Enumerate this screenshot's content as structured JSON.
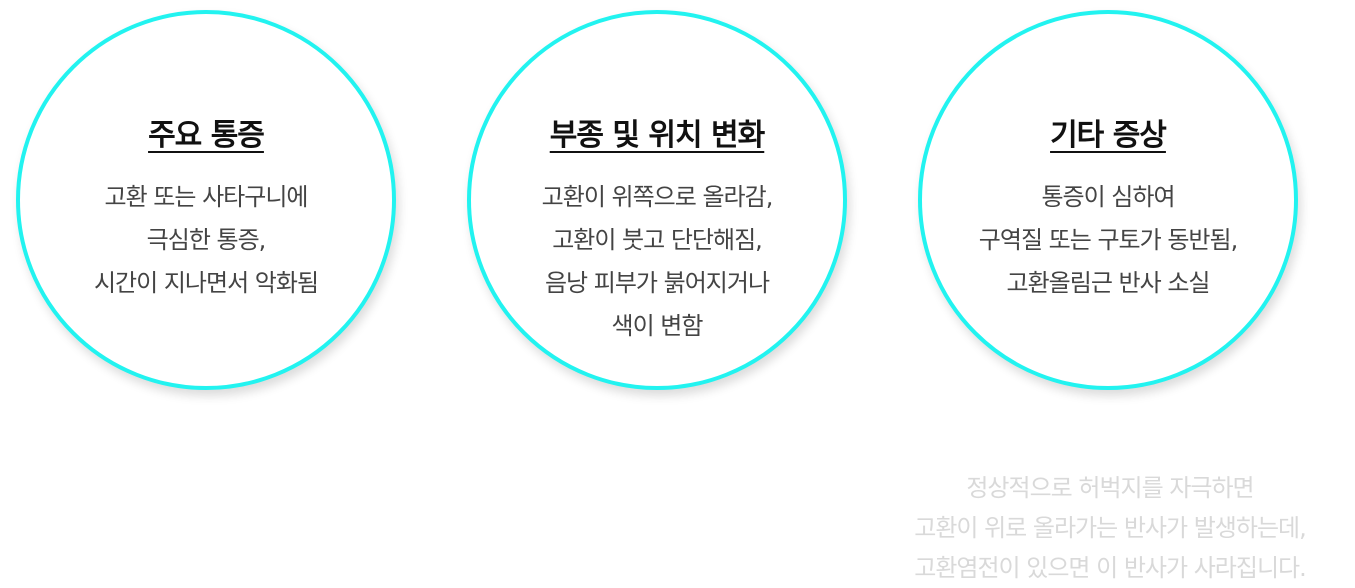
{
  "cards": [
    {
      "title": "주요 통증",
      "lines": [
        "고환 또는 사타구니에",
        "극심한 통증,",
        "시간이 지나면서 악화됨"
      ]
    },
    {
      "title": "부종 및 위치 변화",
      "lines": [
        "고환이 위쪽으로 올라감,",
        "고환이 붓고 단단해짐,",
        "음낭 피부가 붉어지거나",
        "색이 변함"
      ]
    },
    {
      "title": "기타 증상",
      "lines": [
        "통증이 심하여",
        "구역질 또는 구토가 동반됨,",
        "고환올림근 반사 소실"
      ]
    }
  ],
  "note": {
    "lines": [
      "정상적으로 허벅지를 자극하면",
      "고환이 위로 올라가는 반사가 발생하는데,",
      "고환염전이 있으면 이 반사가 사라집니다."
    ]
  },
  "colors": {
    "circle_border": "#22f3f0",
    "title": "#111111",
    "body_text": "#444444",
    "note_text": "#d9d9d9"
  }
}
